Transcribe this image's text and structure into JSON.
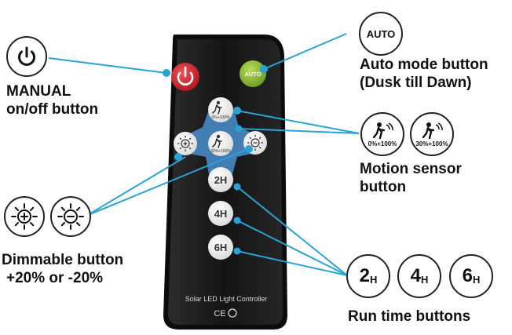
{
  "remote": {
    "footer_text": "Solar LED Light Controller",
    "cert_mark": "CE",
    "buttons": {
      "auto": "AUTO",
      "motion_top": "0%+100%",
      "motion_center": "30%+100%",
      "run_2": "2H",
      "run_4": "4H",
      "run_6": "6H"
    }
  },
  "labels": {
    "manual_line1": "MANUAL",
    "manual_line2": "on/off button",
    "auto_line1": "Auto mode button",
    "auto_line2": "(Dusk till Dawn)",
    "motion_line1": "Motion sensor",
    "motion_line2": "button",
    "dimmable_line1": "Dimmable button",
    "dimmable_line2": "+20% or -20%",
    "runtime": "Run time buttons"
  },
  "callouts": {
    "auto": "AUTO",
    "motion_a": "0%+100%",
    "motion_b": "30%+100%",
    "run": [
      {
        "num": "2",
        "unit": "H"
      },
      {
        "num": "4",
        "unit": "H"
      },
      {
        "num": "6",
        "unit": "H"
      }
    ]
  },
  "colors": {
    "leader_line": "#29a3d6",
    "remote_body": "#1c1c1c",
    "power_button": "#d8262d",
    "auto_button": "#86b833",
    "highlight": "#4a8fd0"
  },
  "icons": [
    "power-icon",
    "brightness-up-icon",
    "brightness-down-icon",
    "motion-sensor-icon"
  ]
}
